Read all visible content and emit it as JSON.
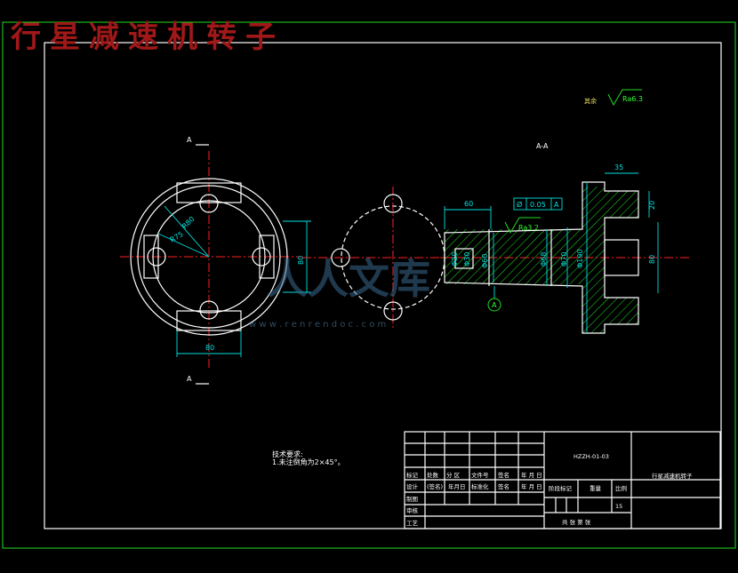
{
  "title": "行星减速机转子",
  "roughness_note": {
    "label": "其余",
    "value": "Ra6.3"
  },
  "section_marks": {
    "top": "A",
    "bottom": "A",
    "section_title": "A-A",
    "datum_label": "A"
  },
  "left_view": {
    "radius_outer": "R80",
    "radius_inner": "R75",
    "dim_height": "80",
    "dim_width": "80"
  },
  "section_view": {
    "dim_35": "35",
    "dim_60": "60",
    "dim_80": "80",
    "dim_20": "20",
    "dia_60": "Φ60",
    "dia_68": "Φ68",
    "dia_70": "Φ70",
    "dia_190": "Φ190",
    "small_dims": [
      "Φ20",
      "Φ30"
    ],
    "tolerance_symbol": "Ø",
    "tolerance_value": "0.05",
    "tolerance_datum": "A",
    "roughness": "Ra3.2"
  },
  "tech_req": {
    "heading": "技术要求:",
    "line1": "1.未注倒角为2×45°。"
  },
  "watermark": {
    "text": "人人文库",
    "url": "w w w . r e n r e n d o c . c o m"
  },
  "title_block": {
    "drawing_no": "HZZH-01-03",
    "part_name": "行星减速机转子",
    "scale": "15",
    "header_row": [
      "标记",
      "处数",
      "分 区",
      "文件号",
      "签名",
      "年 月 日"
    ],
    "design_row": [
      "设计",
      "(签名)",
      "年月日",
      "标准化",
      "签名",
      "年 月 日"
    ],
    "left_labels": [
      "制图",
      "审核",
      "工艺"
    ],
    "stage_labels": [
      "阶段标记",
      "重量",
      "比例"
    ],
    "sheet_text": "共 张 第 张"
  }
}
